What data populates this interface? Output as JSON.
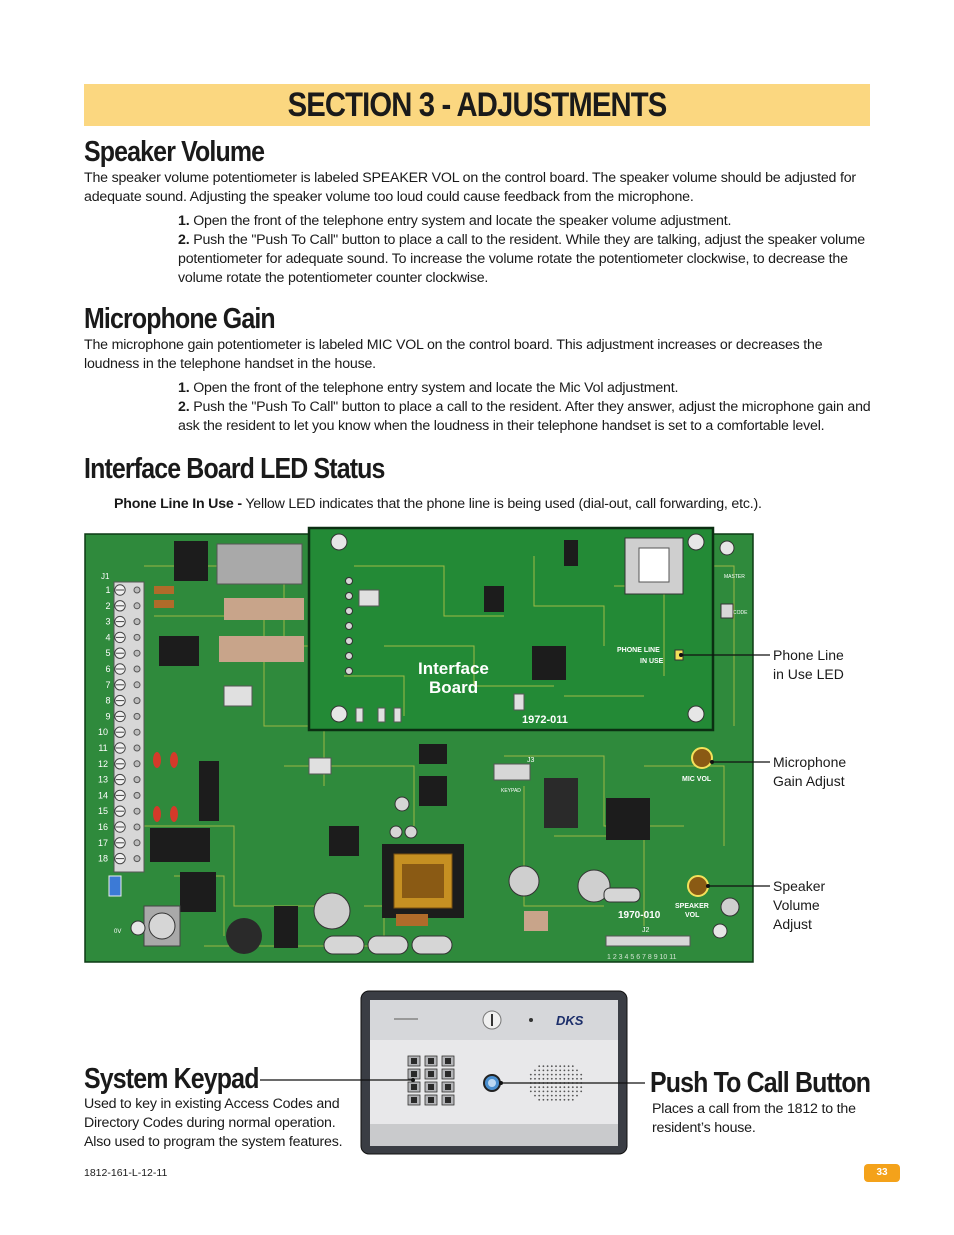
{
  "section_title": "SECTION 3 - ADJUSTMENTS",
  "speaker": {
    "heading": "Speaker Volume",
    "body": "The speaker volume potentiometer is labeled SPEAKER VOL on the control board. The speaker volume should be adjusted for adequate sound. Adjusting the speaker volume too loud could cause feedback from the microphone.",
    "steps": [
      {
        "num": "1.",
        "text": "Open the front of the telephone entry system and locate the speaker volume adjustment."
      },
      {
        "num": "2.",
        "text": "Push the \"Push To Call\" button to place a call to the resident. While they are talking, adjust the speaker volume potentiometer for adequate sound. To increase the volume rotate the potentiometer clockwise, to decrease the volume rotate the potentiometer counter clockwise."
      }
    ]
  },
  "mic": {
    "heading": "Microphone Gain",
    "body": "The microphone gain potentiometer is labeled MIC VOL on the control board. This adjustment increases or decreases the loudness in the telephone handset in the house.",
    "steps": [
      {
        "num": "1.",
        "text": "Open the front of the telephone entry system and locate the Mic Vol adjustment."
      },
      {
        "num": "2.",
        "text": "Push the \"Push To Call\" button to place a call to the resident. After they answer, adjust the microphone gain and ask the resident to let you know when the loudness in their telephone handset is set to a comfortable level."
      }
    ]
  },
  "led": {
    "heading": "Interface Board LED Status",
    "label": "Phone Line In Use -",
    "text": "Yellow LED indicates that the phone line is being used (dial-out, call forwarding, etc.)."
  },
  "board": {
    "interface_label_1": "Interface",
    "interface_label_2": "Board",
    "interface_part": "1972-011",
    "main_part": "1970-010",
    "j1": "J1",
    "j2": "J2",
    "j3": "J3",
    "keypad": "KEYPAD",
    "master_1": "MASTER",
    "master_2": "CODE",
    "phone_line_1": "PHONE LINE",
    "phone_line_2": "IN USE",
    "mic_vol": "MIC VOL",
    "speaker_1": "SPEAKER",
    "speaker_2": "VOL",
    "ov": "0V",
    "j1_pins": [
      "1",
      "2",
      "3",
      "4",
      "5",
      "6",
      "7",
      "8",
      "9",
      "10",
      "11",
      "12",
      "13",
      "14",
      "15",
      "16",
      "17",
      "18"
    ],
    "j2_pins": "1 2 3 4 5 6 7 8 9 10 11"
  },
  "callouts": {
    "phone_led_1": "Phone Line",
    "phone_led_2": "in Use LED",
    "mic_1": "Microphone",
    "mic_2": "Gain Adjust",
    "spk_1": "Speaker",
    "spk_2": "Volume",
    "spk_3": "Adjust"
  },
  "keypad": {
    "heading": "System Keypad",
    "body_1": "Used to key in existing Access Codes and",
    "body_2": "Directory Codes during normal operation.",
    "body_3": "Also used to program the system features.",
    "brand": "DKS"
  },
  "push": {
    "heading": "Push To Call Button",
    "body_1": "Places a call from the 1812 to the",
    "body_2": "resident’s house."
  },
  "footer": {
    "doc_code": "1812-161-L-12-11",
    "page": "33"
  },
  "colors": {
    "banner": "#fbd780",
    "board_green": "#2f8a3c",
    "board_dark": "#1e6a2a",
    "trace": "#c9c94a",
    "led_yellow": "#f5e15a",
    "page_badge": "#f4a21a"
  }
}
